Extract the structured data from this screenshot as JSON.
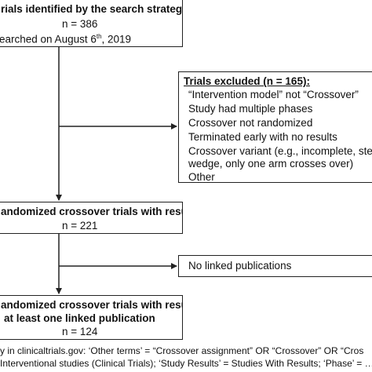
{
  "diagram": {
    "box1": {
      "title": "rials identified by the search strategy",
      "count": "n = 386",
      "searched_prefix": "earched on August 6",
      "searched_sup": "th",
      "searched_suffix": ", 2019"
    },
    "excluded": {
      "title": "Trials excluded (n = 165):",
      "items": [
        "“Intervention model” not “Crossover”",
        "Study had multiple phases",
        "Crossover not randomized",
        "Terminated early with no results",
        "Crossover variant (e.g., incomplete, stepp",
        "wedge, only one arm crosses over)",
        "Other"
      ]
    },
    "box2": {
      "title": "andomized crossover trials with results",
      "count": "n = 221"
    },
    "no_linked": {
      "label": "No linked publications"
    },
    "box3": {
      "line1": "andomized crossover trials with results",
      "line2": "at least one linked publication",
      "count": "n = 124"
    },
    "footnote": {
      "line1": "y in clinicaltrials.gov: ‘Other terms’ = “Crossover assignment” OR “Crossover” OR “Cros",
      "line2": "Interventional studies (Clinical Trials); ‘Study Results’ = Studies With Results; ‘Phase’ = …"
    }
  }
}
